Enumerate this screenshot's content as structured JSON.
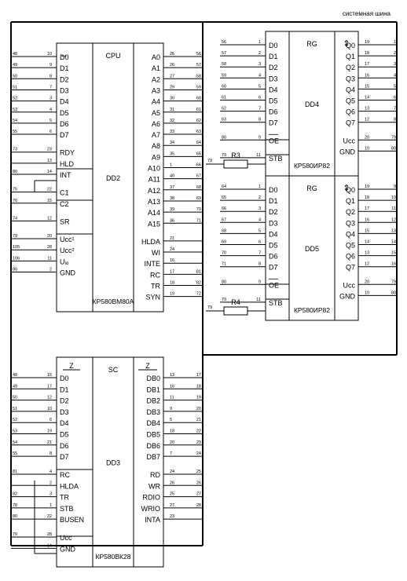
{
  "bus_label": "системная шина",
  "chips": [
    {
      "id": "DD2",
      "role": "CPU",
      "designator": "DD2",
      "part": "КР580ВМ80А",
      "left_pins": [
        {
          "label": "↔",
          "num": "",
          "ext": "",
          "sep": false
        },
        {
          "label": "D0",
          "num": "10",
          "ext": "48",
          "sep": false
        },
        {
          "label": "D1",
          "num": "9",
          "ext": "49",
          "sep": false
        },
        {
          "label": "D2",
          "num": "8",
          "ext": "50",
          "sep": false
        },
        {
          "label": "D3",
          "num": "7",
          "ext": "51",
          "sep": false
        },
        {
          "label": "D4",
          "num": "3",
          "ext": "52",
          "sep": false
        },
        {
          "label": "D5",
          "num": "4",
          "ext": "53",
          "sep": false
        },
        {
          "label": "D6",
          "num": "5",
          "ext": "54",
          "sep": false
        },
        {
          "label": "D7",
          "num": "6",
          "ext": "55",
          "sep": false
        },
        {
          "label": "",
          "num": "",
          "ext": "",
          "sep": true
        },
        {
          "label": "RDY",
          "num": "23",
          "ext": "73",
          "sep": false
        },
        {
          "label": "HLD",
          "num": "13",
          "ext": "",
          "sep": false
        },
        {
          "label": "INT",
          "num": "14",
          "ext": "80",
          "sep": false
        },
        {
          "label": "",
          "num": "",
          "ext": "",
          "sep": true
        },
        {
          "label": "C1",
          "num": "22",
          "ext": "75",
          "sep": false
        },
        {
          "label": "C2",
          "num": "15",
          "ext": "76",
          "sep": false
        },
        {
          "label": "",
          "num": "",
          "ext": "",
          "sep": true
        },
        {
          "label": "SR",
          "num": "12",
          "ext": "74",
          "sep": false
        },
        {
          "label": "",
          "num": "",
          "ext": "",
          "sep": true
        },
        {
          "label": "Ucc¹",
          "num": "20",
          "ext": "79",
          "sep": false
        },
        {
          "label": "Ucc²",
          "num": "28",
          "ext": "105",
          "sep": false
        },
        {
          "label": "Uᵢₒ",
          "num": "11",
          "ext": "106",
          "sep": false
        },
        {
          "label": "GND",
          "num": "2",
          "ext": "80",
          "sep": false
        }
      ],
      "right_pins": [
        {
          "label": "A0",
          "num": "25",
          "ext": "56",
          "sep": false
        },
        {
          "label": "A1",
          "num": "26",
          "ext": "57",
          "sep": false
        },
        {
          "label": "A2",
          "num": "27",
          "ext": "58",
          "sep": false
        },
        {
          "label": "A3",
          "num": "29",
          "ext": "59",
          "sep": false
        },
        {
          "label": "A4",
          "num": "30",
          "ext": "60",
          "sep": false
        },
        {
          "label": "A5",
          "num": "31",
          "ext": "61",
          "sep": false
        },
        {
          "label": "A6",
          "num": "32",
          "ext": "62",
          "sep": false
        },
        {
          "label": "A7",
          "num": "33",
          "ext": "63",
          "sep": false
        },
        {
          "label": "A8",
          "num": "34",
          "ext": "64",
          "sep": false
        },
        {
          "label": "A9",
          "num": "35",
          "ext": "65",
          "sep": false
        },
        {
          "label": "A10",
          "num": "1",
          "ext": "66",
          "sep": false
        },
        {
          "label": "A11",
          "num": "40",
          "ext": "67",
          "sep": false
        },
        {
          "label": "A12",
          "num": "37",
          "ext": "68",
          "sep": false
        },
        {
          "label": "A13",
          "num": "38",
          "ext": "69",
          "sep": false
        },
        {
          "label": "A14",
          "num": "39",
          "ext": "70",
          "sep": false
        },
        {
          "label": "A15",
          "num": "36",
          "ext": "71",
          "sep": false
        },
        {
          "label": "",
          "num": "",
          "ext": "",
          "sep": true
        },
        {
          "label": "HLDA",
          "num": "21",
          "ext": "",
          "sep": false
        },
        {
          "label": "WI",
          "num": "24",
          "ext": "",
          "sep": false
        },
        {
          "label": "INTE",
          "num": "16",
          "ext": "",
          "sep": false
        },
        {
          "label": "RC",
          "num": "17",
          "ext": "81",
          "sep": false
        },
        {
          "label": "TR",
          "num": "18",
          "ext": "82",
          "sep": false
        },
        {
          "label": "SYN",
          "num": "19",
          "ext": "72",
          "sep": false
        }
      ]
    },
    {
      "id": "DD4",
      "role": "RG",
      "designator": "DD4",
      "part": "КР580ИР82",
      "left_pins": [
        {
          "label": "D0",
          "num": "1",
          "ext": "56",
          "sep": false
        },
        {
          "label": "D1",
          "num": "2",
          "ext": "57",
          "sep": false
        },
        {
          "label": "D2",
          "num": "3",
          "ext": "58",
          "sep": false
        },
        {
          "label": "D3",
          "num": "4",
          "ext": "59",
          "sep": false
        },
        {
          "label": "D4",
          "num": "5",
          "ext": "60",
          "sep": false
        },
        {
          "label": "D5",
          "num": "6",
          "ext": "61",
          "sep": false
        },
        {
          "label": "D6",
          "num": "7",
          "ext": "62",
          "sep": false
        },
        {
          "label": "D7",
          "num": "8",
          "ext": "63",
          "sep": false
        },
        {
          "label": "",
          "num": "",
          "ext": "",
          "sep": true
        },
        {
          "label": "OE",
          "num": "9",
          "ext": "80",
          "sep": false
        },
        {
          "label": "",
          "num": "",
          "ext": "",
          "sep": true
        },
        {
          "label": "STB",
          "num": "11",
          "ext": "79",
          "sep": false
        }
      ],
      "right_pins": [
        {
          "label": "⇕",
          "num": "",
          "ext": "",
          "sep": false
        },
        {
          "label": "Q0",
          "num": "19",
          "ext": "1",
          "sep": false
        },
        {
          "label": "Q1",
          "num": "18",
          "ext": "2",
          "sep": false
        },
        {
          "label": "Q2",
          "num": "17",
          "ext": "3",
          "sep": false
        },
        {
          "label": "Q3",
          "num": "16",
          "ext": "4",
          "sep": false
        },
        {
          "label": "Q4",
          "num": "15",
          "ext": "5",
          "sep": false
        },
        {
          "label": "Q5",
          "num": "14",
          "ext": "6",
          "sep": false
        },
        {
          "label": "Q6",
          "num": "13",
          "ext": "7",
          "sep": false
        },
        {
          "label": "Q7",
          "num": "12",
          "ext": "8",
          "sep": false
        },
        {
          "label": "",
          "num": "",
          "ext": "",
          "sep": true
        },
        {
          "label": "Ucc",
          "num": "20",
          "ext": "79",
          "sep": false
        },
        {
          "label": "GND",
          "num": "10",
          "ext": "80",
          "sep": false
        }
      ]
    },
    {
      "id": "DD5",
      "role": "RG",
      "designator": "DD5",
      "part": "КР580ИР82",
      "left_pins": [
        {
          "label": "D0",
          "num": "1",
          "ext": "64",
          "sep": false
        },
        {
          "label": "D1",
          "num": "2",
          "ext": "65",
          "sep": false
        },
        {
          "label": "D2",
          "num": "3",
          "ext": "66",
          "sep": false
        },
        {
          "label": "D3",
          "num": "4",
          "ext": "67",
          "sep": false
        },
        {
          "label": "D4",
          "num": "5",
          "ext": "68",
          "sep": false
        },
        {
          "label": "D5",
          "num": "6",
          "ext": "69",
          "sep": false
        },
        {
          "label": "D6",
          "num": "7",
          "ext": "70",
          "sep": false
        },
        {
          "label": "D7",
          "num": "8",
          "ext": "71",
          "sep": false
        },
        {
          "label": "",
          "num": "",
          "ext": "",
          "sep": true
        },
        {
          "label": "OE",
          "num": "9",
          "ext": "80",
          "sep": false
        },
        {
          "label": "",
          "num": "",
          "ext": "",
          "sep": true
        },
        {
          "label": "STB",
          "num": "11",
          "ext": "79",
          "sep": false
        }
      ],
      "right_pins": [
        {
          "label": "⇕",
          "num": "",
          "ext": "",
          "sep": false
        },
        {
          "label": "Q0",
          "num": "19",
          "ext": "9",
          "sep": false
        },
        {
          "label": "Q1",
          "num": "18",
          "ext": "10",
          "sep": false
        },
        {
          "label": "Q2",
          "num": "17",
          "ext": "11",
          "sep": false
        },
        {
          "label": "Q3",
          "num": "16",
          "ext": "12",
          "sep": false
        },
        {
          "label": "Q4",
          "num": "15",
          "ext": "13",
          "sep": false
        },
        {
          "label": "Q5",
          "num": "14",
          "ext": "14",
          "sep": false
        },
        {
          "label": "Q6",
          "num": "13",
          "ext": "15",
          "sep": false
        },
        {
          "label": "Q7",
          "num": "12",
          "ext": "16",
          "sep": false
        },
        {
          "label": "",
          "num": "",
          "ext": "",
          "sep": true
        },
        {
          "label": "Ucc",
          "num": "20",
          "ext": "79",
          "sep": false
        },
        {
          "label": "GND",
          "num": "10",
          "ext": "80",
          "sep": false
        }
      ]
    },
    {
      "id": "DD3",
      "role": "SC",
      "designator": "DD3",
      "part": "КР580ВК28",
      "left_pins": [
        {
          "label": "Z",
          "num": "",
          "ext": "",
          "sep": false
        },
        {
          "label": "D0",
          "num": "15",
          "ext": "48",
          "sep": false
        },
        {
          "label": "D1",
          "num": "17",
          "ext": "49",
          "sep": false
        },
        {
          "label": "D2",
          "num": "12",
          "ext": "50",
          "sep": false
        },
        {
          "label": "D3",
          "num": "10",
          "ext": "51",
          "sep": false
        },
        {
          "label": "D4",
          "num": "6",
          "ext": "52",
          "sep": false
        },
        {
          "label": "D5",
          "num": "19",
          "ext": "53",
          "sep": false
        },
        {
          "label": "D6",
          "num": "21",
          "ext": "54",
          "sep": false
        },
        {
          "label": "D7",
          "num": "8",
          "ext": "55",
          "sep": false
        },
        {
          "label": "",
          "num": "",
          "ext": "",
          "sep": true
        },
        {
          "label": "RC",
          "num": "4",
          "ext": "81",
          "sep": false
        },
        {
          "label": "HLDA",
          "num": "2",
          "ext": "",
          "sep": false
        },
        {
          "label": "TR",
          "num": "3",
          "ext": "82",
          "sep": false
        },
        {
          "label": "STB",
          "num": "1",
          "ext": "78",
          "sep": false
        },
        {
          "label": "BUSEN",
          "num": "22",
          "ext": "80",
          "sep": false
        },
        {
          "label": "",
          "num": "",
          "ext": "",
          "sep": true
        },
        {
          "label": "Ucc",
          "num": "28",
          "ext": "79",
          "sep": false
        },
        {
          "label": "GND",
          "num": "14",
          "ext": "",
          "sep": false
        }
      ],
      "right_pins": [
        {
          "label": "Z",
          "num": "",
          "ext": "",
          "sep": false
        },
        {
          "label": "DB0",
          "num": "13",
          "ext": "17",
          "sep": false
        },
        {
          "label": "DB1",
          "num": "16",
          "ext": "18",
          "sep": false
        },
        {
          "label": "DB2",
          "num": "11",
          "ext": "19",
          "sep": false
        },
        {
          "label": "DB3",
          "num": "9",
          "ext": "20",
          "sep": false
        },
        {
          "label": "DB4",
          "num": "5",
          "ext": "21",
          "sep": false
        },
        {
          "label": "DB5",
          "num": "18",
          "ext": "22",
          "sep": false
        },
        {
          "label": "DB6",
          "num": "20",
          "ext": "23",
          "sep": false
        },
        {
          "label": "DB7",
          "num": "7",
          "ext": "24",
          "sep": false
        },
        {
          "label": "",
          "num": "",
          "ext": "",
          "sep": true
        },
        {
          "label": "RD",
          "num": "24",
          "ext": "25",
          "sep": false
        },
        {
          "label": "WR",
          "num": "26",
          "ext": "26",
          "sep": false
        },
        {
          "label": "RDIO",
          "num": "25",
          "ext": "27",
          "sep": false
        },
        {
          "label": "WRIO",
          "num": "27",
          "ext": "28",
          "sep": false
        },
        {
          "label": "INTA",
          "num": "23",
          "ext": "",
          "sep": false
        }
      ]
    }
  ],
  "resistors": [
    {
      "id": "R3",
      "label": "R3",
      "ext": "79"
    },
    {
      "id": "R4",
      "label": "R4",
      "ext": "79"
    }
  ]
}
